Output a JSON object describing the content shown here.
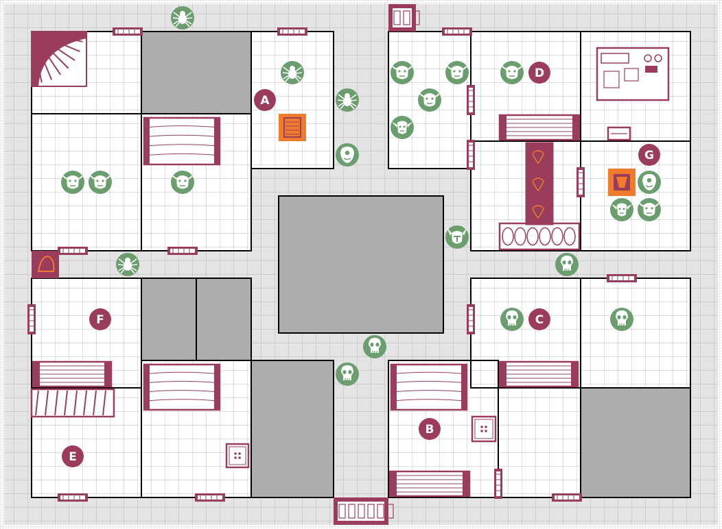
{
  "board": {
    "colors": {
      "corridor": "#e4e4e4",
      "room": "#ffffff",
      "blocked": "#adadad",
      "grid": "#a8a8a8",
      "wall": "#000000",
      "furniture": "#9a3d5c",
      "monster": "#6a9e6f",
      "marker": "#9b3b5e",
      "trap": "#f07b2c"
    }
  },
  "room_labels": [
    "A",
    "B",
    "C",
    "D",
    "E",
    "F",
    "G"
  ],
  "monsters": {
    "spider": "spider-icon",
    "orc": "orc-icon",
    "goblin": "goblin-icon",
    "skeleton": "skeleton-icon",
    "fimir": "fimir-icon",
    "chaos_warrior": "chaos-warrior-icon"
  },
  "furniture": [
    "fireplace",
    "table",
    "bookcase",
    "weapon-rack",
    "alchemist-bench",
    "sorcerer-table",
    "rubble",
    "cupboard",
    "chest",
    "door",
    "trap-tile",
    "secret-door-tile"
  ]
}
